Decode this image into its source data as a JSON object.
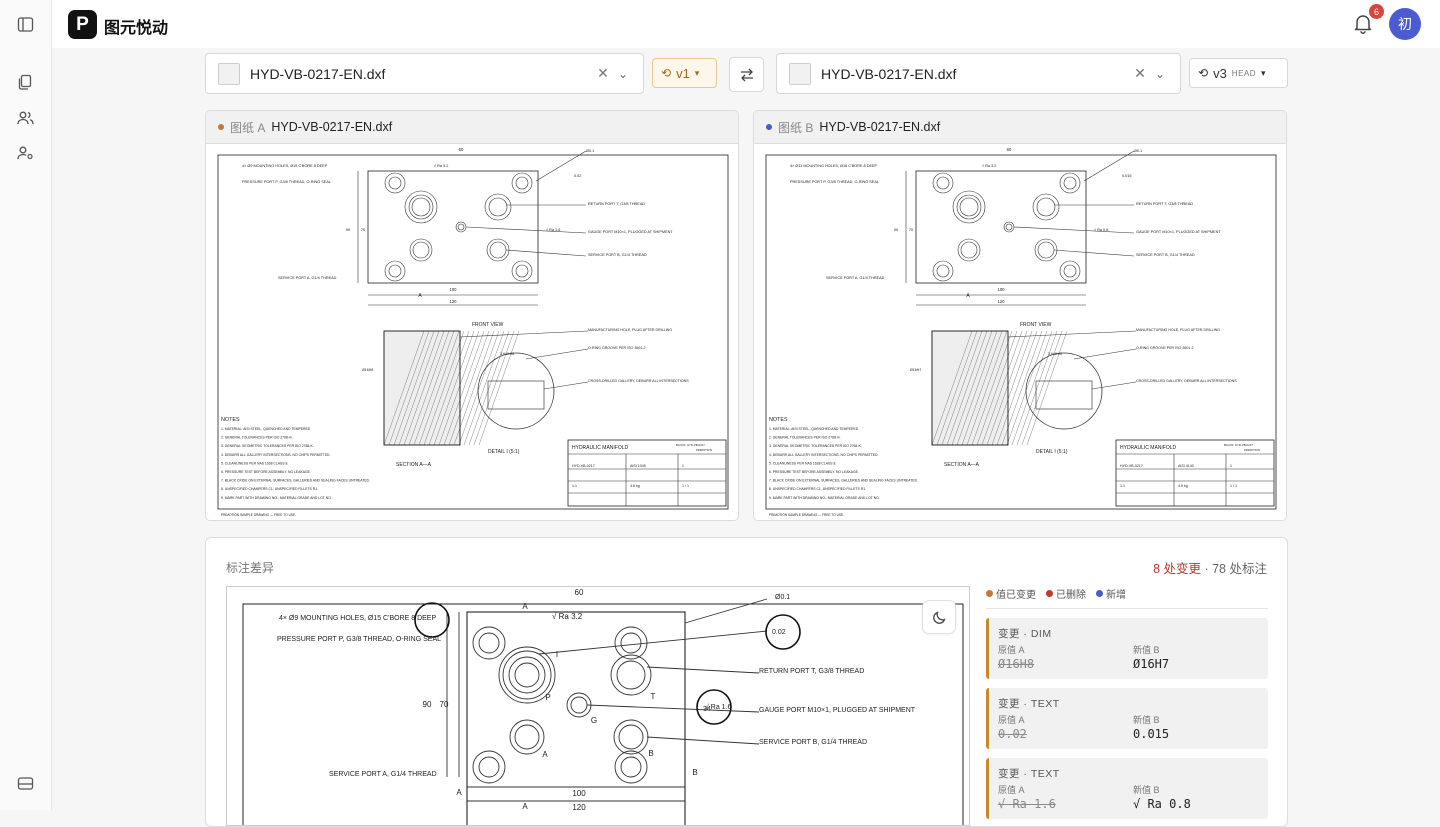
{
  "app": {
    "name": "图元悦动",
    "logo_letter": "P"
  },
  "header": {
    "notification_count": "6",
    "avatar_initial": "初"
  },
  "sidebar": {
    "icons": [
      "sidebar-toggle-icon",
      "documents-icon",
      "users-icon",
      "user-settings-icon",
      "archive-icon"
    ]
  },
  "compare": {
    "left": {
      "file": "HYD-VB-0217-EN.dxf",
      "version": "v1"
    },
    "right": {
      "file": "HYD-VB-0217-EN.dxf",
      "version": "v3",
      "version_tag": "HEAD"
    }
  },
  "panels": {
    "a": {
      "tag": "图纸 A",
      "file": "HYD-VB-0217-EN.dxf",
      "dot_color": "#c0793a"
    },
    "b": {
      "tag": "图纸 B",
      "file": "HYD-VB-0217-EN.dxf",
      "dot_color": "#4a5bc8"
    }
  },
  "drawing": {
    "a": {
      "holes": "4× Ø9 MOUNTING HOLES, Ø15 C'BORE 8 DEEP",
      "flatness": "0.02",
      "gauge_ra": "Ra 1.6",
      "bore": "Ø16H8",
      "material": "AISI 1045",
      "mass": "4.6 kg"
    },
    "b": {
      "holes": "4× Ø11 MOUNTING HOLES, Ø18 C'BORE 8 DEEP",
      "flatness": "0.015",
      "gauge_ra": "Ra 0.8",
      "bore": "Ø16H7",
      "material": "AISI 4140",
      "mass": "4.9 kg"
    },
    "common": {
      "pressure_port": "PRESSURE PORT P, G3/8 THREAD, O-RING SEAL",
      "return_port": "RETURN PORT T, G3/8 THREAD",
      "gauge_port": "GAUGE PORT M10×1, PLUGGED AT SHIPMENT",
      "service_b": "SERVICE PORT B, G1/4 THREAD",
      "service_a": "SERVICE PORT A, G1/4 THREAD",
      "ra_top": "Ra 3.2",
      "position_tol": "Ø0.1",
      "front_view": "FRONT VIEW",
      "section": "SECTION A—A",
      "detail": "DETAIL I (5:1)",
      "groove": "3.6±0.05",
      "mfg_hole": "MANUFACTURING HOLE, PLUG AFTER DRILLING",
      "oring_groove": "O-RING GROOVE PER ISO 3601-2",
      "cross_drilled": "CROSS-DRILLED GALLERY, DEBURR ALL INTERSECTIONS",
      "notes_title": "NOTES",
      "notes": [
        "1. MATERIAL: AISI STEEL, QUENCHED AND TEMPERED",
        "2. GENERAL TOLERANCES PER ISO 2768-m.",
        "3. GENERAL GEOMETRIC TOLERANCES PER ISO 2768-K.",
        "4. DEBURR ALL GALLERY INTERSECTIONS. NO CHIPS PERMITTED.",
        "5. CLEANLINESS PER NAS 1638 CLASS 8.",
        "6. PRESSURE TEST BEFORE ASSEMBLY. NO LEAKAGE.",
        "7. BLACK OXIDE ON EXTERNAL SURFACES, GALLERIES AND SEALING FACES UNTREATED.",
        "8. UNSPECIFIED CHAMFERS C1, UNSPECIFIED FILLETS R1.",
        "9. MARK PART WITH DRAWING NO., MATERIAL GRADE AND LOT NO."
      ],
      "footer": "PRIMOTION SAMPLE DRAWING — FREE TO USE.",
      "title_block": {
        "name": "HYDRAULIC MANIFOLD",
        "drawing_no": "HYD-VB-0217",
        "scale": "1:1",
        "sheet": "1 / 1",
        "qty": "1",
        "block": "BLOCK: HYD-VB-0217",
        "company": "PRIMOTION"
      },
      "dims": {
        "w": "120",
        "mid": "100",
        "top": "60",
        "h1": "90",
        "h2": "70",
        "side": "34",
        "sec": "60"
      },
      "port_labels": {
        "p": "P",
        "t": "T",
        "g": "G",
        "a": "A",
        "b": "B",
        "i": "I"
      }
    }
  },
  "diff": {
    "title": "标注差异",
    "changes": "8 处变更",
    "sep": " · ",
    "annotations": "78 处标注",
    "legend": [
      {
        "label": "值已变更",
        "color": "#c0793a"
      },
      {
        "label": "已删除",
        "color": "#c0392b"
      },
      {
        "label": "新增",
        "color": "#4a5bc8"
      }
    ],
    "cards": [
      {
        "type": "变更 · DIM",
        "label_a": "原值 A",
        "label_b": "新值 B",
        "old": "Ø16H8",
        "new": "Ø16H7"
      },
      {
        "type": "变更 · TEXT",
        "label_a": "原值 A",
        "label_b": "新值 B",
        "old": "0.02",
        "new": "0.015"
      },
      {
        "type": "变更 · TEXT",
        "label_a": "原值 A",
        "label_b": "新值 B",
        "old": "√ Ra 1.6",
        "new": "√ Ra 0.8"
      }
    ]
  }
}
